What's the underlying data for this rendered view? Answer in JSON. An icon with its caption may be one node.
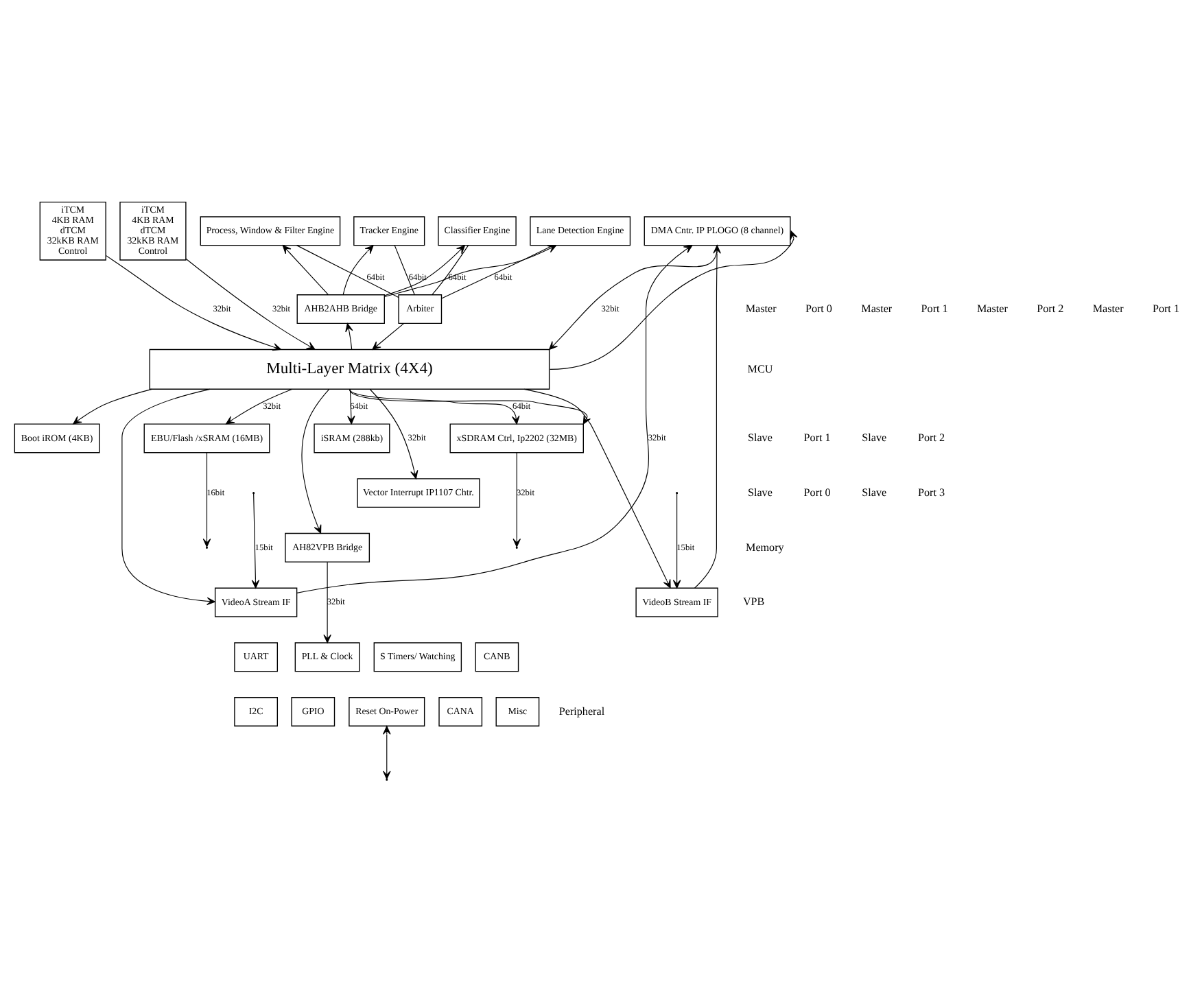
{
  "diagram": {
    "nodes": [
      {
        "text": [
          "iTCM",
          "4KB RAM",
          "dTCM",
          "32kKB RAM",
          "Control"
        ]
      },
      {
        "text": [
          "iTCM",
          "4KB RAM",
          "dTCM",
          "32kKB RAM",
          "Control"
        ]
      },
      {
        "text": [
          "Process, Window & Filter Engine"
        ]
      },
      {
        "text": [
          "Tracker Engine"
        ]
      },
      {
        "text": [
          "Classifier Engine"
        ]
      },
      {
        "text": [
          "Lane Detection Engine"
        ]
      },
      {
        "text": [
          "AHB2AHB Bridge"
        ]
      },
      {
        "text": [
          "Arbiter"
        ]
      },
      {
        "text": [
          "DMA Cntr. IP PLOGO (8 channel)"
        ]
      },
      {
        "text": [
          "Multi-Layer Matrix (4X4)"
        ]
      },
      {
        "text": [
          "xSDRAM Ctrl, Ip2202 (32MB)"
        ]
      },
      {
        "text": [
          "iSRAM (288kb)"
        ]
      },
      {
        "text": [
          "EBU/Flash /xSRAM (16MB)"
        ]
      },
      {
        "text": [
          "Boot iROM (4KB)"
        ]
      },
      {
        "text": [
          "Vector Interrupt IP1107 Chtr."
        ]
      },
      {
        "text": [
          "AH82VPB Bridge"
        ]
      },
      {
        "text": [
          "VideoA Stream IF"
        ]
      },
      {
        "text": [
          "VideoB Stream IF"
        ]
      },
      {
        "text": [
          "UART"
        ]
      },
      {
        "text": [
          "S Timers/ Watching"
        ]
      },
      {
        "text": [
          "PLL & Clock"
        ]
      },
      {
        "text": [
          "CANB"
        ]
      },
      {
        "text": [
          "I2C"
        ]
      },
      {
        "text": [
          "GPIO"
        ]
      },
      {
        "text": [
          "Reset On-Power"
        ]
      },
      {
        "text": [
          "CANA"
        ]
      },
      {
        "text": [
          "Misc"
        ]
      }
    ],
    "edges": [
      {
        "from": 0,
        "to": 9,
        "arrow": "to",
        "label": "32bit"
      },
      {
        "from": 1,
        "to": 9,
        "arrow": "to",
        "label": "32bit"
      },
      {
        "from": 9,
        "to": 6,
        "arrow": "to"
      },
      {
        "from": 6,
        "to": 2,
        "arrow": "to"
      },
      {
        "from": 6,
        "to": 3,
        "arrow": "to"
      },
      {
        "from": 6,
        "to": 4,
        "arrow": "to"
      },
      {
        "from": 6,
        "to": 5,
        "arrow": "to"
      },
      {
        "from": 2,
        "to": 7,
        "arrow": "none",
        "label": "64bit"
      },
      {
        "from": 3,
        "to": 7,
        "arrow": "none",
        "label": "64bit"
      },
      {
        "from": 4,
        "to": 7,
        "arrow": "none",
        "label": "64bit"
      },
      {
        "from": 5,
        "to": 7,
        "arrow": "none",
        "label": "64bit"
      },
      {
        "from": 7,
        "to": 9,
        "arrow": "to"
      },
      {
        "from": 9,
        "to": 8,
        "arrow": "to"
      },
      {
        "from": 8,
        "to": 9,
        "arrow": "to",
        "label": "32bit"
      },
      {
        "from": 9,
        "to": 10,
        "arrow": "to",
        "label": "64bit"
      },
      {
        "from": 9,
        "to": 11,
        "arrow": "to",
        "label": "64bit"
      },
      {
        "from": 9,
        "to": 10,
        "arrow": "to"
      },
      {
        "from": 9,
        "to": 12,
        "arrow": "to",
        "label": "32bit"
      },
      {
        "from": 9,
        "to": 13,
        "arrow": "to"
      },
      {
        "from": 9,
        "to": 14,
        "arrow": "to",
        "label": "32bit"
      },
      {
        "from": 9,
        "to": 15,
        "arrow": "to"
      },
      {
        "from": 9,
        "to": 16,
        "arrow": "to"
      },
      {
        "from": 9,
        "to": 17,
        "arrow": "to"
      },
      {
        "from": 10,
        "to": null,
        "arrow": "to",
        "label": "32bit"
      },
      {
        "from": 12,
        "to": null,
        "arrow": "to",
        "label": "16bit"
      },
      {
        "from": 15,
        "to": 20,
        "arrow": "to",
        "label": "32bit"
      },
      {
        "from": 24,
        "to": null,
        "arrow": "both"
      },
      {
        "from": 16,
        "to": 8,
        "arrow": "to",
        "label": "32bit"
      },
      {
        "from": 17,
        "to": 8,
        "arrow": "to"
      },
      {
        "from": null,
        "to": 16,
        "arrow": "to",
        "label": "15bit"
      },
      {
        "from": null,
        "to": 17,
        "arrow": "to",
        "label": "15bit"
      }
    ],
    "labels": [
      "Master",
      "Port 0",
      "Master",
      "Port 1",
      "MCU",
      "Master",
      "Port 2",
      "Master",
      "Port 1",
      "Slave",
      "Port 1",
      "Slave",
      "Port 2",
      "Slave",
      "Port 0",
      "Slave",
      "Port 3",
      "Memory",
      "VPB",
      "Peripheral"
    ]
  }
}
